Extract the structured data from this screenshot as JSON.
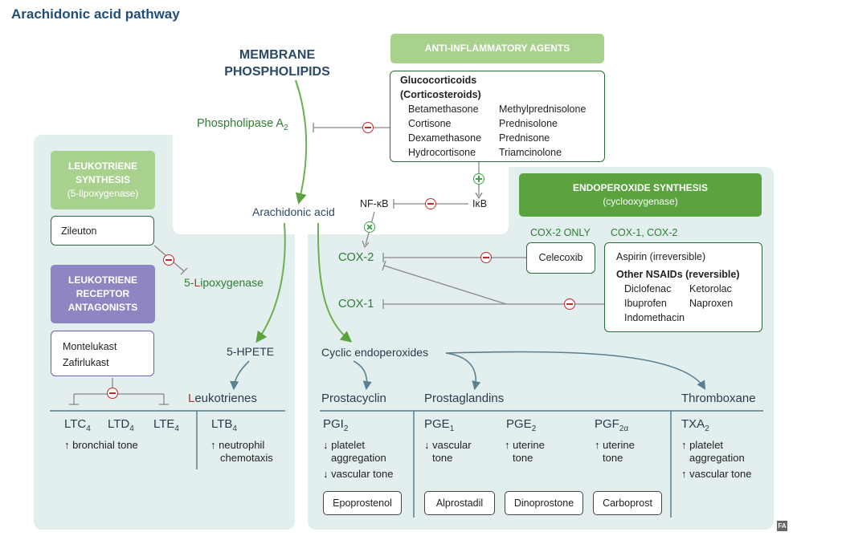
{
  "title": "Arachidonic acid pathway",
  "membrane": [
    "MEMBRANE",
    "PHOSPHOLIPIDS"
  ],
  "phospholipase": {
    "text": "Phospholipase A",
    "sub": "2"
  },
  "arachidonic": "Arachidonic acid",
  "anti_inflammatory": {
    "header": "ANTI-INFLAMMATORY AGENTS",
    "glucocorticoids": [
      "Glucocorticoids",
      "(Corticosteroids)"
    ],
    "col1": [
      "Betamethasone",
      "Cortisone",
      "Dexamethasone",
      "Hydrocortisone"
    ],
    "col2": [
      "Methylprednisolone",
      "Prednisolone",
      "Prednisone",
      "Triamcinolone"
    ]
  },
  "nfkb": "NF-κB",
  "ikb": "IκB",
  "leukotriene_synthesis": {
    "line1": "LEUKOTRIENE",
    "line2": "SYNTHESIS",
    "line3": "(5-lipoxygenase)"
  },
  "zileuton": "Zileuton",
  "lipoxygenase": {
    "prefix": "5-",
    "letter": "L",
    "rest": "ipoxygenase"
  },
  "leukotriene_receptor": {
    "line1": "LEUKOTRIENE",
    "line2": "RECEPTOR",
    "line3": "ANTAGONISTS"
  },
  "receptor_drugs": [
    "Montelukast",
    "Zafirlukast"
  ],
  "hpete": "5-HPETE",
  "leukotrienes": {
    "letter": "L",
    "rest": "eukotrienes"
  },
  "ltc": {
    "base": "LTC",
    "sub": "4"
  },
  "ltd": {
    "base": "LTD",
    "sub": "4"
  },
  "lte": {
    "base": "LTE",
    "sub": "4"
  },
  "ltb": {
    "base": "LTB",
    "sub": "4"
  },
  "bronchial": "↑ bronchial tone",
  "neutrophil": [
    "↑ neutrophil",
    "chemotaxis"
  ],
  "endoperoxide": {
    "line1": "ENDOPEROXIDE SYNTHESIS",
    "line2": "(cyclooxygenase)"
  },
  "cox2_only": "COX-2 ONLY",
  "cox1_cox2": "COX-1, COX-2",
  "celecoxib": "Celecoxib",
  "aspirin": "Aspirin (irreversible)",
  "other_nsaids": "Other NSAIDs (reversible)",
  "nsaids_col1": [
    "Diclofenac",
    "Ibuprofen",
    "Indomethacin"
  ],
  "nsaids_col2": [
    "Ketorolac",
    "Naproxen"
  ],
  "cox2": "COX-2",
  "cox1": "COX-1",
  "cyclic": "Cyclic endoperoxides",
  "prostacyclin": "Prostacyclin",
  "prostaglandins": "Prostaglandins",
  "thromboxane": "Thromboxane",
  "pgi": {
    "base": "PGI",
    "sub": "2",
    "effects": [
      "↓ platelet",
      "aggregation",
      "↓ vascular tone"
    ],
    "drug": "Epoprostenol"
  },
  "pge1": {
    "base": "PGE",
    "sub": "1",
    "effects": [
      "↓ vascular",
      "tone"
    ],
    "drug": "Alprostadil"
  },
  "pge2": {
    "base": "PGE",
    "sub": "2",
    "effects": [
      "↑ uterine",
      "tone"
    ],
    "drug": "Dinoprostone"
  },
  "pgf": {
    "base": "PGF",
    "sub": "2α",
    "effects": [
      "↑ uterine",
      "tone"
    ],
    "drug": "Carboprost"
  },
  "txa": {
    "base": "TXA",
    "sub": "2",
    "effects": [
      "↑ platelet",
      "aggregation",
      "↑ vascular tone"
    ]
  },
  "corner": "FA",
  "colors": {
    "green_header": "#a9d18e",
    "dark_green_header": "#5aa33f",
    "purple_header": "#8e86c2",
    "panel": "#e3efee",
    "inhibit": "#c62828"
  }
}
